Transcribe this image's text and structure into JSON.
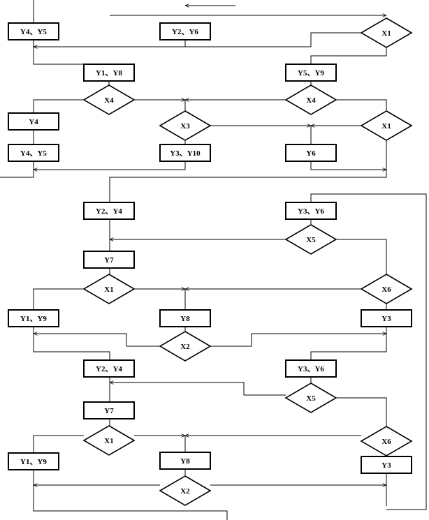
{
  "diagram": {
    "colors": {
      "stroke": "#000000",
      "background": "#ffffff"
    },
    "boxes": [
      "Y4、Y5",
      "Y2、Y6",
      "Y1、Y8",
      "Y5、Y9",
      "Y4",
      "Y4、Y5",
      "Y3、Y10",
      "Y6",
      "Y2、Y4",
      "Y3、Y6",
      "Y7",
      "Y1、Y9",
      "Y8",
      "Y3",
      "Y2、Y4",
      "Y3、Y6",
      "Y7",
      "Y1、Y9",
      "Y8",
      "Y3"
    ],
    "decisions": [
      "X1",
      "X4",
      "X4",
      "X3",
      "X1",
      "X5",
      "X1",
      "X6",
      "X2",
      "X5",
      "X1",
      "X6",
      "X2"
    ]
  }
}
